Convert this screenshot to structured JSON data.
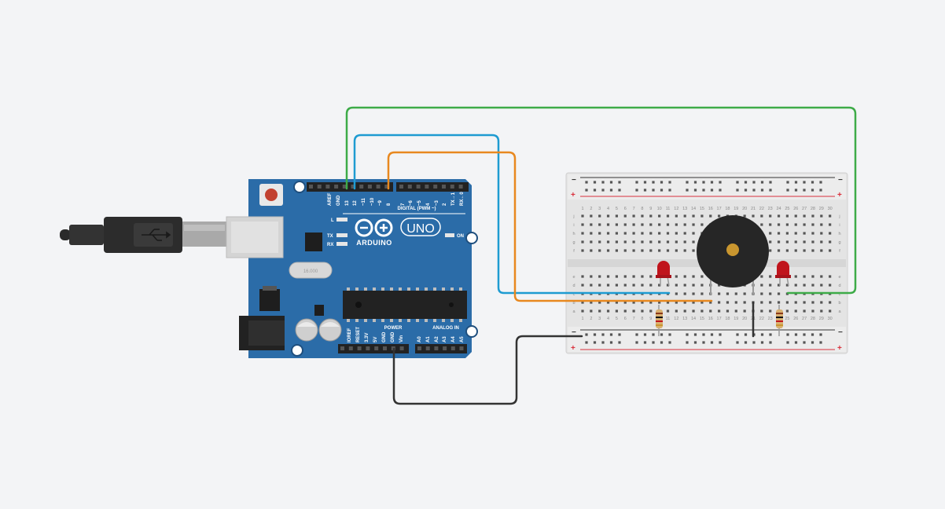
{
  "colors": {
    "background": "#f3f4f6",
    "board": "#2b6ca8",
    "board_dark": "#1f4f7e",
    "wire_green": "#3dab48",
    "wire_blue": "#1e9bd1",
    "wire_orange": "#e8881f",
    "wire_black": "#333333",
    "led": "#c0141c",
    "breadboard": "#e6e6e6",
    "rail_red": "#d9313d",
    "rail_dark": "#333333"
  },
  "arduino": {
    "logo_text": "ARDUINO",
    "model": "UNO",
    "digital_label": "DIGITAL (PWM ~)",
    "power_label": "POWER",
    "analog_label": "ANALOG IN",
    "on_label": "ON",
    "l_label": "L",
    "tx_label": "TX",
    "rx_label": "RX",
    "crystal_label": "16.000",
    "top_pins": [
      "AREF",
      "GND",
      "13",
      "12",
      "~11",
      "~10",
      "~9",
      "8",
      "7",
      "~6",
      "~5",
      "4",
      "~3",
      "2",
      "TX→1",
      "RX←0"
    ],
    "power_pins": [
      "IOREF",
      "RESET",
      "3.3V",
      "5V",
      "GND",
      "GND",
      "Vin"
    ],
    "analog_pins": [
      "A0",
      "A1",
      "A2",
      "A3",
      "A4",
      "A5"
    ]
  },
  "breadboard": {
    "columns": [
      "1",
      "2",
      "3",
      "4",
      "5",
      "6",
      "7",
      "8",
      "9",
      "10",
      "11",
      "12",
      "13",
      "14",
      "15",
      "16",
      "17",
      "18",
      "19",
      "20",
      "21",
      "22",
      "23",
      "24",
      "25",
      "26",
      "27",
      "28",
      "29",
      "30"
    ],
    "rows_top": [
      "j",
      "i",
      "h",
      "g",
      "f"
    ],
    "rows_bottom": [
      "e",
      "d",
      "c",
      "b",
      "a"
    ],
    "rail_minus": "−",
    "rail_plus": "+"
  },
  "components": {
    "led_1": "LED",
    "led_2": "LED",
    "resistor_1": "Resistor",
    "resistor_2": "Resistor",
    "buzzer": "Buzzer"
  }
}
